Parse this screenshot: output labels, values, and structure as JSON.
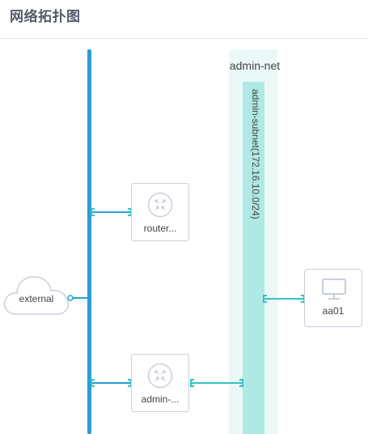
{
  "header": {
    "title": "网络拓扑图"
  },
  "external_network": {
    "label": "external"
  },
  "routers": [
    {
      "label": "router..."
    },
    {
      "label": "admin-..."
    }
  ],
  "network": {
    "name": "admin-net",
    "subnet": "admin-subnet(172.16.10.0/24)"
  },
  "instance": {
    "label": "aa01"
  },
  "colors": {
    "external_line": "#2a9ed4",
    "subnet_fill": "#aeeae3",
    "link_teal": "#35c3bf",
    "node_border": "#c8cfdc"
  }
}
